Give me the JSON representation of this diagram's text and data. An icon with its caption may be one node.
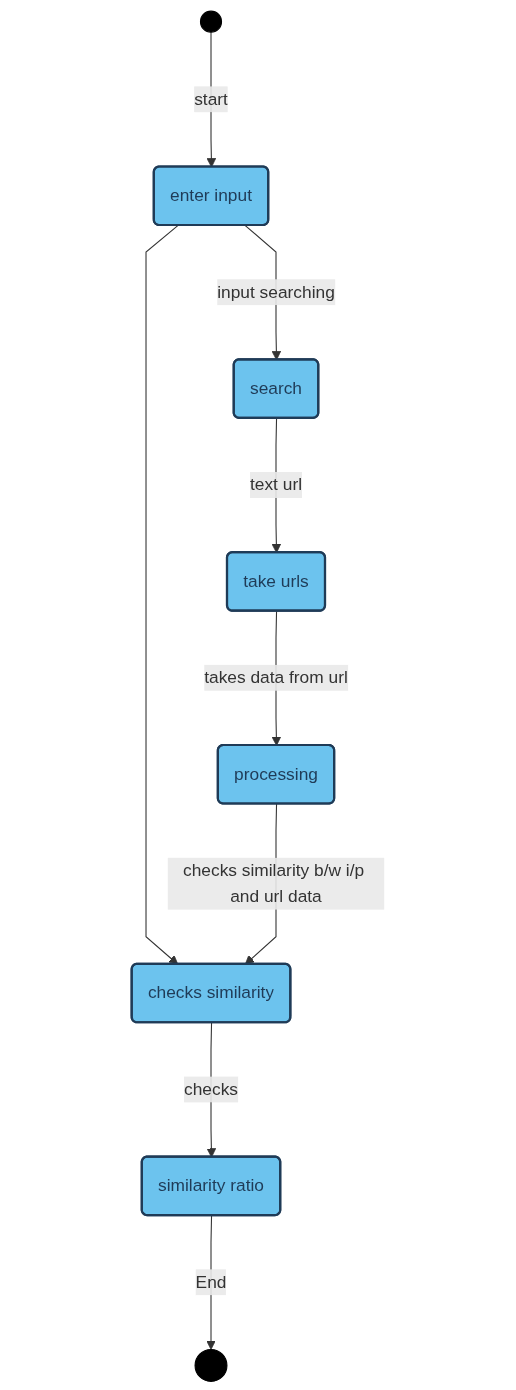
{
  "diagram": {
    "nodes": [
      {
        "text": [],
        "shape": "circle"
      },
      {
        "text": [
          "enter input"
        ]
      },
      {
        "text": [
          "search"
        ]
      },
      {
        "text": [
          "take urls"
        ]
      },
      {
        "text": [
          "processing"
        ]
      },
      {
        "text": [
          "checks similarity"
        ]
      },
      {
        "text": [
          "similarity ratio"
        ]
      },
      {
        "text": [],
        "shape": "circle"
      }
    ],
    "edges": [
      {
        "from": 0,
        "to": 1,
        "arrow": "to",
        "label": "start"
      },
      {
        "from": 1,
        "to": 2,
        "arrow": "to",
        "label": "input searching"
      },
      {
        "from": 2,
        "to": 3,
        "arrow": "to",
        "label": "text url"
      },
      {
        "from": 1,
        "to": 5,
        "arrow": "to"
      },
      {
        "from": 3,
        "to": 4,
        "arrow": "to",
        "label": "takes data from url"
      },
      {
        "from": 4,
        "to": 5,
        "arrow": "to",
        "label": "checks similarity b/w i/p and url data"
      },
      {
        "from": 5,
        "to": 6,
        "arrow": "to",
        "label": "checks"
      },
      {
        "from": 6,
        "to": 7,
        "arrow": "to",
        "label": "End"
      }
    ]
  }
}
